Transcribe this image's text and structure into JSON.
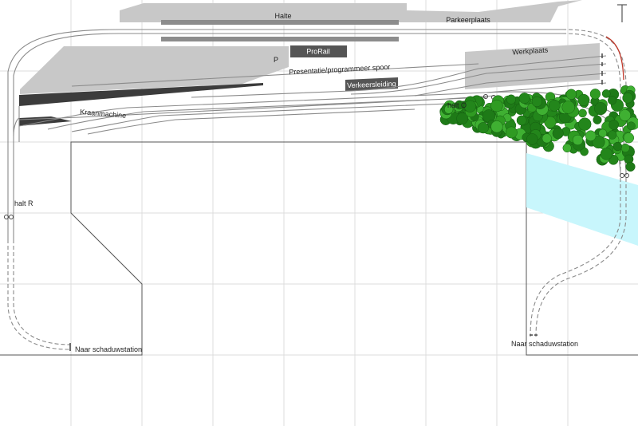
{
  "labels": {
    "halte": "Halte",
    "parkeerplaats": "Parkeerplaats",
    "p": "P",
    "prorail": "ProRail",
    "werkplaats": "Werkplaats",
    "presentatie": "Presentatie/programmeer spoor",
    "verkeersleiding": "Verkeersleiding",
    "kraanmachine": "Kraanmachine",
    "halt_o": "halt O",
    "halt_r": "halt R",
    "schaduw_left": "Naar schaduwstation",
    "schaduw_right": "Naar schaduwstation"
  },
  "colors": {
    "building": "#c8c8c8",
    "platform_dark": "#3c3c3c",
    "sign": "#555555",
    "water": "#c8f6fc",
    "tree": "#2f9b22",
    "track": "#8a8a8a",
    "grid": "#dcdcdc",
    "red_track": "#c0392b"
  }
}
